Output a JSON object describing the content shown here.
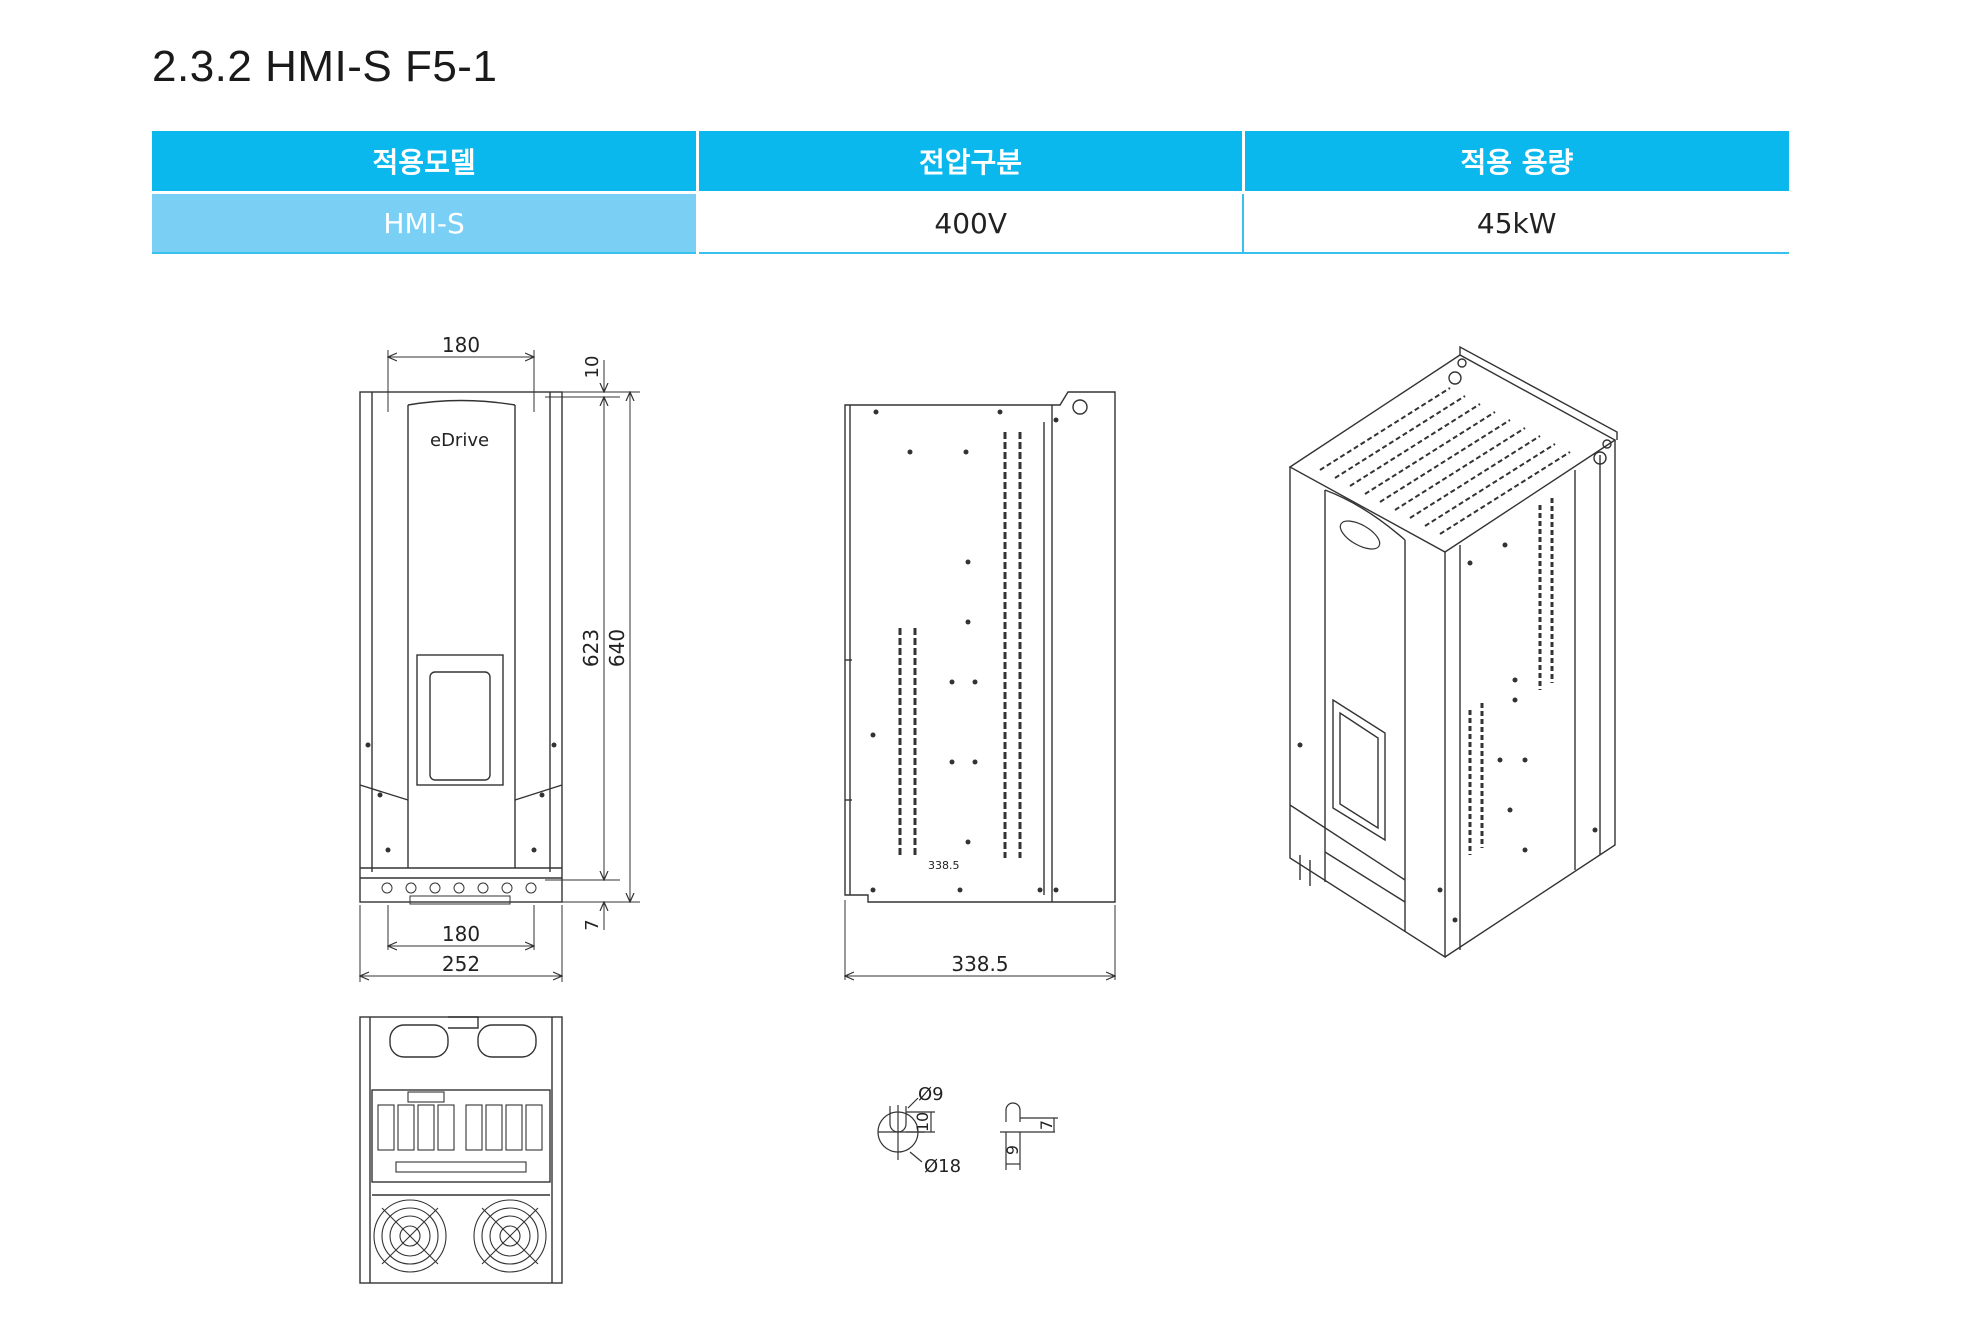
{
  "page": {
    "section_title": "2.3.2 HMI-S F5-1"
  },
  "spec_table": {
    "headers": [
      "적용모델",
      "전압구분",
      "적용 용량"
    ],
    "row": [
      "HMI-S",
      "400V",
      "45kW"
    ]
  },
  "drawing": {
    "brand_label": "eDrive",
    "front_view": {
      "top_width": "180",
      "top_offset": "10",
      "mount_height": "623",
      "total_height": "640",
      "bottom_offset": "7",
      "bottom_hole_width": "180",
      "total_width": "252"
    },
    "side_view": {
      "inner_depth": "338.5",
      "depth": "338.5"
    },
    "hole_detail": {
      "slot_width": "Ø9",
      "slot_height": "10",
      "head_diameter": "Ø18",
      "notch_width": "9",
      "notch_depth": "7"
    }
  },
  "colors": {
    "header_blue": "#0bb8ee",
    "model_cell_blue": "#79d0f4",
    "line_blue": "#39c1ee"
  }
}
